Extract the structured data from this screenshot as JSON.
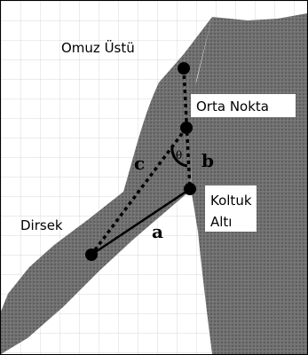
{
  "points": {
    "omuz_ustu": "Omuz Üstü",
    "orta_nokta": "Orta Nokta",
    "koltuk_alti_line1": "Koltuk",
    "koltuk_alti_line2": "Altı",
    "dirsek": "Dirsek"
  },
  "segments": {
    "a": "a",
    "b": "b",
    "c": "c"
  },
  "angle": "θ",
  "colors": {
    "background": "#ffffff",
    "grid": "#dddddd",
    "silhouette": "#6d6d6d",
    "silhouette_texture": "#5a5a5a",
    "label_box": "#ffffff",
    "line": "#000000"
  }
}
